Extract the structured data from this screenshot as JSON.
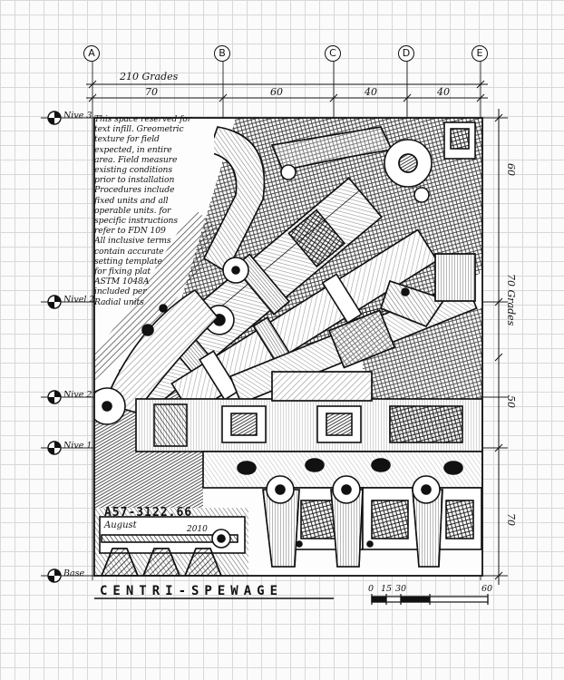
{
  "columns": [
    {
      "letter": "A"
    },
    {
      "letter": "B"
    },
    {
      "letter": "C"
    },
    {
      "letter": "D"
    },
    {
      "letter": "E"
    }
  ],
  "top_dimensions": {
    "overall": "210 Grades",
    "spans": [
      "70",
      "60",
      "40",
      "40"
    ]
  },
  "levels": [
    {
      "label": "Nive 3"
    },
    {
      "label": "Nivel 2"
    },
    {
      "label": "Nive 2"
    },
    {
      "label": "Nive 1"
    },
    {
      "label": "Base"
    }
  ],
  "right_dimensions": {
    "spans": [
      "60",
      "50",
      "70"
    ],
    "middle": "70 Grades"
  },
  "note_lines": [
    "This space reserved for",
    "text infill. Greometric",
    "texture for field",
    "expected, in entire",
    "area. Field measure",
    "existing conditions",
    "prior to installation",
    "Procedures include",
    "fixed units and all",
    "operable units. for",
    "specific instructions",
    "refer to FDN 109",
    "All inclusive terms",
    "contain accurate",
    "setting template",
    "for fixing plat",
    "ASTM 1048A",
    "included per",
    "Radial units"
  ],
  "drawing_ref": "A57-3122.66",
  "drawing_date": "August",
  "drawing_year": "2010",
  "title": "CENTRI-SPEWAGE",
  "scale_bar": [
    "0",
    "15",
    "30",
    "60"
  ]
}
